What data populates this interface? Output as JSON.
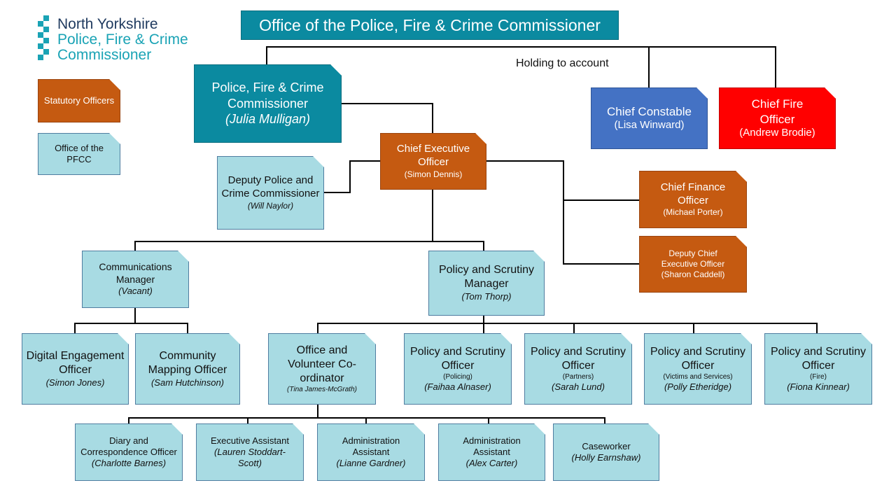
{
  "title": "Office of the Police, Fire & Crime Commissioner",
  "logo": {
    "line1": "North Yorkshire",
    "line2": "Police, Fire & Crime",
    "line3": "Commissioner"
  },
  "legend": {
    "statutory": "Statutory Officers",
    "office": "Office of the PFCC"
  },
  "holding_label": "Holding to account",
  "colors": {
    "teal": "#0b8aa0",
    "orange": "#c55a11",
    "light_blue": "#a8dbe3",
    "blue": "#4472c4",
    "red": "#ff0000"
  },
  "nodes": {
    "pfcc": {
      "title": "Police, Fire & Crime Commissioner",
      "name": "(Julia Mulligan)"
    },
    "chief_constable": {
      "title": "Chief Constable",
      "name": "(Lisa Winward)"
    },
    "chief_fire": {
      "title": "Chief Fire Officer",
      "name": "(Andrew Brodie)"
    },
    "ceo": {
      "title": "Chief Executive Officer",
      "name": "(Simon Dennis)"
    },
    "deputy_pcc": {
      "title": "Deputy Police and Crime Commissioner",
      "name": "(Will Naylor)"
    },
    "cfo": {
      "title": "Chief Finance Officer",
      "name": "(Michael Porter)"
    },
    "deputy_ceo": {
      "title": "Deputy Chief Executive Officer",
      "name": "(Sharon Caddell)"
    },
    "comms": {
      "title": "Communications Manager",
      "name": "(Vacant)"
    },
    "policy_mgr": {
      "title": "Policy and Scrutiny Manager",
      "name": "(Tom Thorp)"
    },
    "digital": {
      "title": "Digital Engagement Officer",
      "name": "(Simon Jones)"
    },
    "community": {
      "title": "Community Mapping Officer",
      "name": "(Sam Hutchinson)"
    },
    "volunteer": {
      "title": "Office and Volunteer Co-ordinator",
      "name": "(Tina James-McGrath)"
    },
    "pso_policing": {
      "title": "Policy and Scrutiny Officer",
      "sub": "(Policing)",
      "name": "(Faihaa Alnaser)"
    },
    "pso_partners": {
      "title": "Policy and Scrutiny Officer",
      "sub": "(Partners)",
      "name": "(Sarah Lund)"
    },
    "pso_victims": {
      "title": "Policy and Scrutiny Officer",
      "sub": "(Victims and Services)",
      "name": "(Polly Etheridge)"
    },
    "pso_fire": {
      "title": "Policy and Scrutiny Officer",
      "sub": "(Fire)",
      "name": "(Fiona Kinnear)"
    },
    "diary": {
      "title": "Diary and Correspondence Officer",
      "name": "(Charlotte Barnes)"
    },
    "exec_asst": {
      "title": "Executive Assistant",
      "name": "(Lauren Stoddart-Scott)"
    },
    "admin1": {
      "title": "Administration Assistant",
      "name": "(Lianne Gardner)"
    },
    "admin2": {
      "title": "Administration Assistant",
      "name": "(Alex Carter)"
    },
    "caseworker": {
      "title": "Caseworker",
      "name": "(Holly Earnshaw)"
    }
  }
}
